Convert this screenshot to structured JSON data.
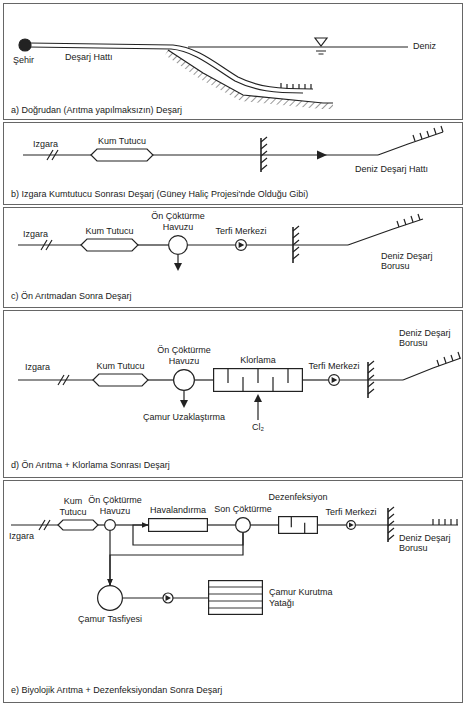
{
  "diagram": {
    "nodes": [
      {
        "text": [
          "a) Doğrudan (Arıtma yapılmaksızın) Deşarj"
        ]
      },
      {
        "text": [
          "b) Izgara Kumtutucu Sonrası Deşarj (Güney Haliç Projesi'nde Olduğu Gibi)"
        ]
      },
      {
        "text": [
          "Kum Tutucu"
        ],
        "in": 1
      },
      {
        "text": [
          "c) Ön Arıtmadan Sonra Deşarj"
        ]
      },
      {
        "text": [
          "Kum Tutucu"
        ],
        "in": 3
      },
      {
        "text": [
          "Ön Çöktürme Havuzu"
        ],
        "in": 3
      },
      {
        "text": [
          "Terfi Merkezi"
        ],
        "in": 3
      },
      {
        "text": [
          "d) Ön Arıtma + Klorlama Sonrası Deşarj"
        ]
      },
      {
        "text": [
          "Kum Tutucu"
        ],
        "in": 7
      },
      {
        "text": [
          "Ön Çöktürme Havuzu"
        ],
        "in": 7
      },
      {
        "text": [
          "Klorlama"
        ],
        "in": 7
      },
      {
        "text": [
          "Terfi Merkezi"
        ],
        "in": 7
      },
      {
        "text": [
          "e) Biyolojik Arıtma + Dezenfeksiyondan Sonra Deşarj"
        ]
      },
      {
        "text": [
          "Kum Tutucu"
        ],
        "in": 12
      },
      {
        "text": [
          "Ön Çöktürme Havuzu"
        ],
        "in": 12
      },
      {
        "text": [
          "Havalandırma"
        ],
        "in": 12
      },
      {
        "text": [
          "Son Çöktürme"
        ],
        "in": 12
      },
      {
        "text": [
          "Dezenfeksiyon"
        ],
        "in": 12
      },
      {
        "text": [
          "Terfi Merkezi"
        ],
        "in": 12
      },
      {
        "text": [
          "Çamur Tasfiyesi"
        ],
        "in": 12
      },
      {
        "text": [
          "Çamur Kurutma Yatağı"
        ],
        "in": 12
      }
    ],
    "edges": [
      {
        "from": 4,
        "to": 5,
        "arrow": "none"
      },
      {
        "from": 5,
        "to": 6,
        "arrow": "none"
      },
      {
        "from": 8,
        "to": 9,
        "arrow": "none"
      },
      {
        "from": 9,
        "to": 10,
        "arrow": "none"
      },
      {
        "from": 10,
        "to": 11,
        "arrow": "none"
      },
      {
        "from": 13,
        "to": 14,
        "arrow": "none"
      },
      {
        "from": 14,
        "to": 15,
        "arrow": "none"
      },
      {
        "from": 15,
        "to": 16,
        "arrow": "none"
      },
      {
        "from": 16,
        "to": 17,
        "arrow": "none"
      },
      {
        "from": 17,
        "to": 18,
        "arrow": "none"
      },
      {
        "from": 16,
        "to": 15,
        "arrow": "to"
      },
      {
        "from": 14,
        "to": 19,
        "arrow": "to"
      },
      {
        "from": 16,
        "to": 19,
        "arrow": "to"
      },
      {
        "from": 19,
        "to": 20,
        "arrow": "none"
      }
    ],
    "labels": [
      "Şehir",
      "Deşarj Hattı",
      "Deniz",
      "Izgara",
      "Deniz Deşarj Hattı",
      "Izgara",
      "Deniz Deşarj Borusu",
      "Izgara",
      "Çamur Uzaklaştırma",
      "Cl₂",
      "Deniz Deşarj Borusu",
      "Izgara",
      "Deniz Deşarj Borusu"
    ]
  }
}
